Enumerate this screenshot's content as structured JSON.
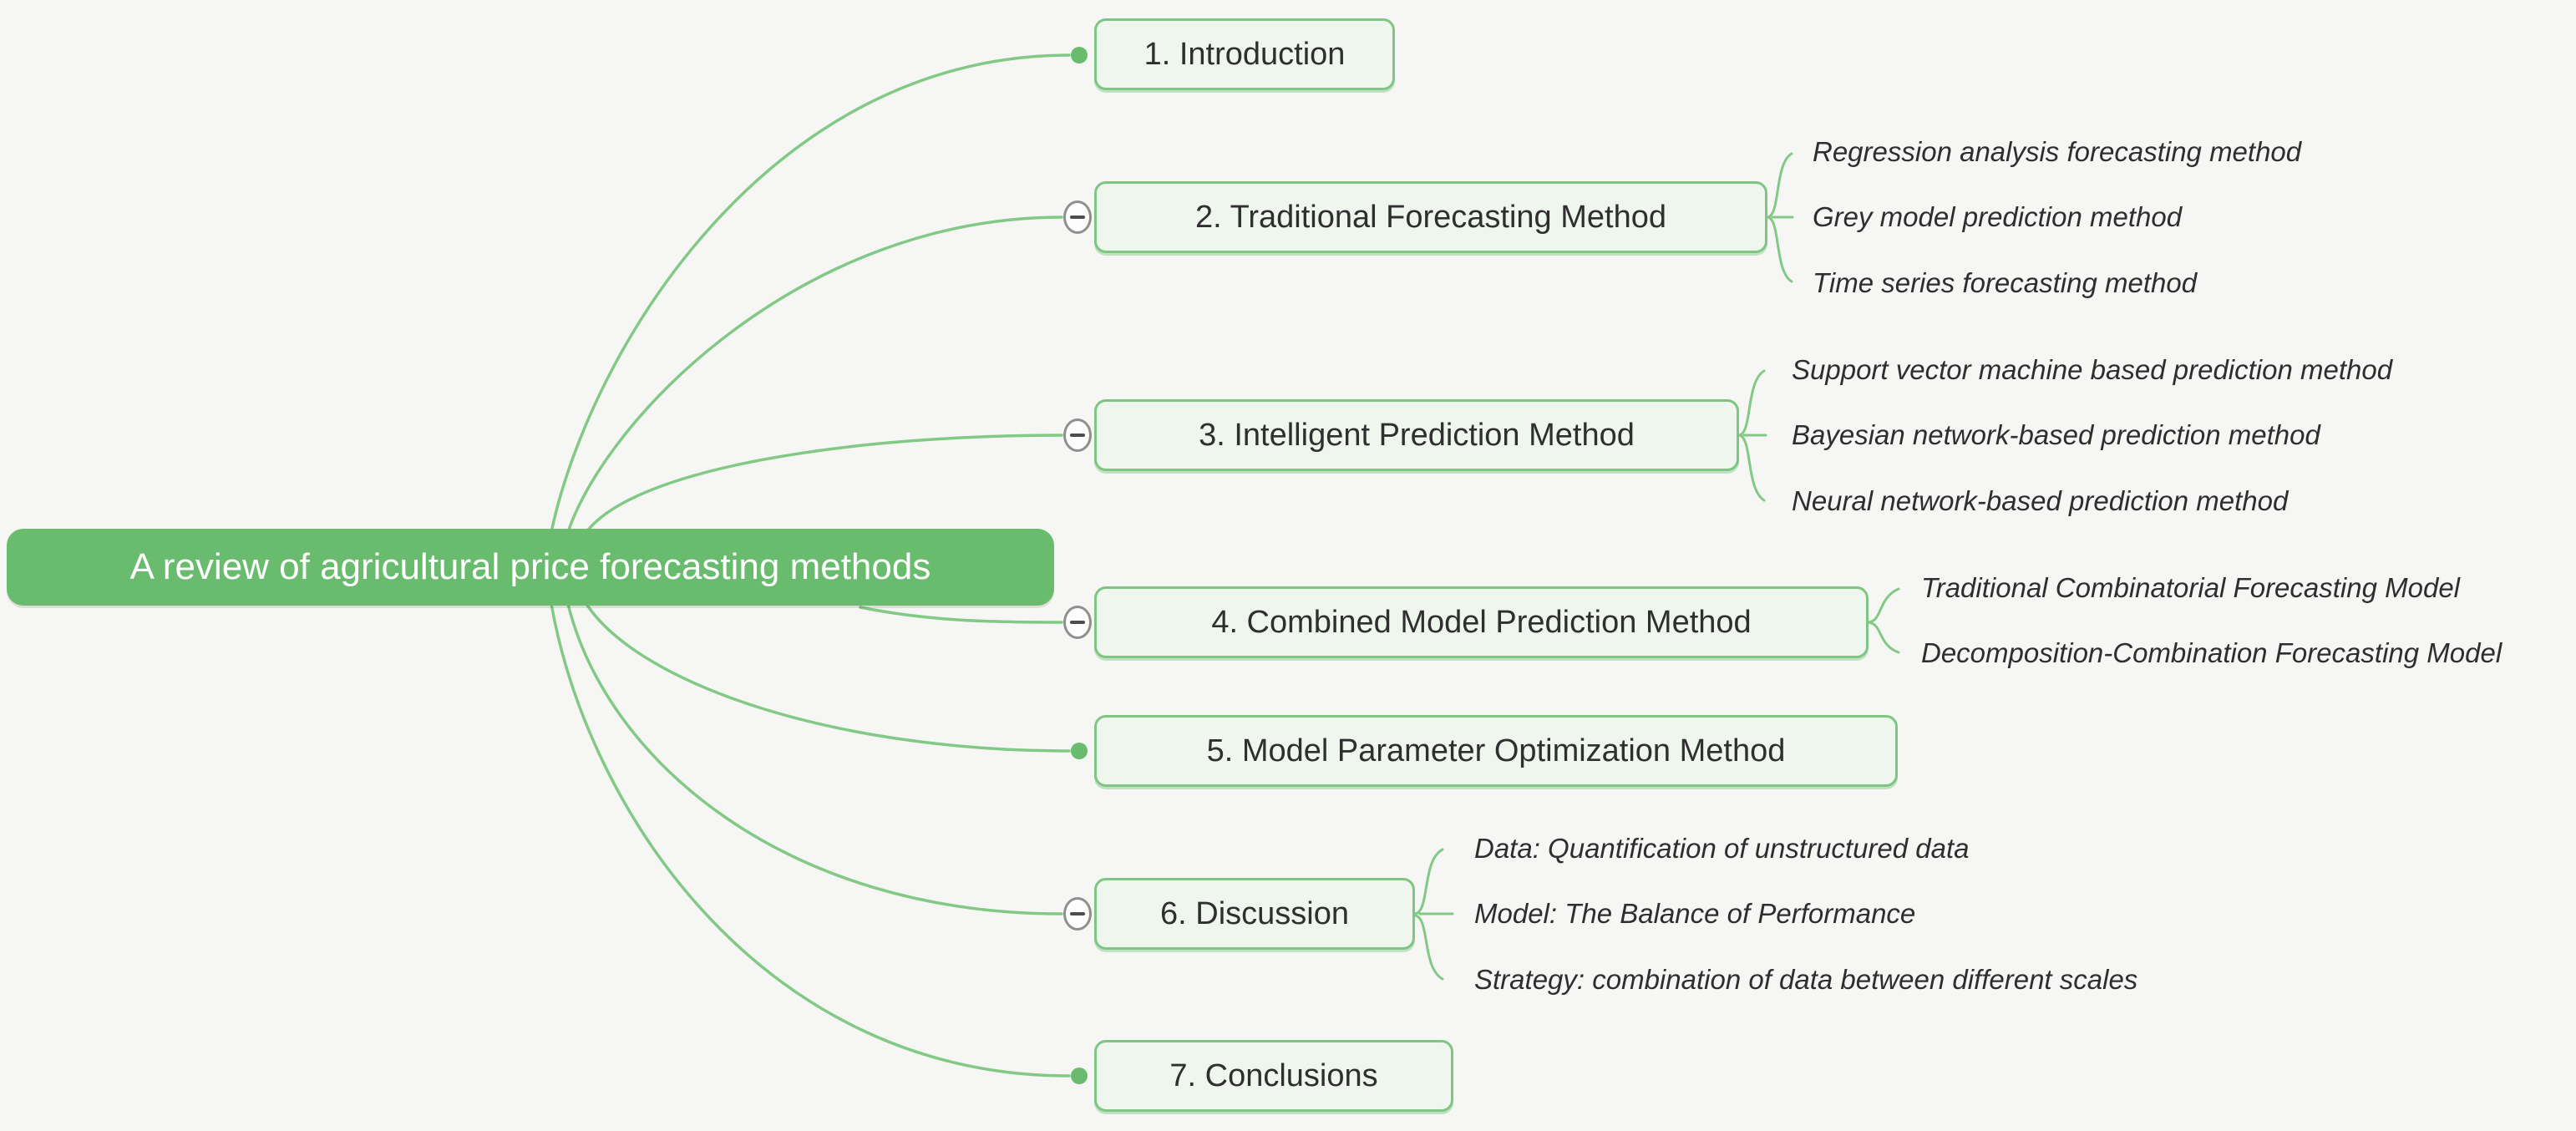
{
  "diagram": {
    "type": "mindmap",
    "background": "#f6f7f5"
  },
  "root": {
    "label": "A review of agricultural price forecasting methods",
    "fill": "#69bc6d",
    "text_color": "#ffffff"
  },
  "branches": [
    {
      "label": "1. Introduction",
      "children": []
    },
    {
      "label": "2. Traditional Forecasting Method",
      "children": [
        "Regression analysis forecasting method",
        "Grey model prediction method",
        "Time series forecasting method"
      ]
    },
    {
      "label": "3. Intelligent Prediction Method",
      "children": [
        "Support vector machine based prediction method",
        "Bayesian network-based prediction method",
        "Neural network-based prediction method"
      ]
    },
    {
      "label": "4. Combined Model Prediction Method",
      "children": [
        "Traditional Combinatorial Forecasting Model",
        "Decomposition-Combination Forecasting Model"
      ]
    },
    {
      "label": "5. Model Parameter Optimization Method",
      "children": []
    },
    {
      "label": "6. Discussion",
      "children": [
        "Data: Quantification of unstructured data",
        "Model: The Balance of Performance",
        "Strategy: combination of data between different scales"
      ]
    },
    {
      "label": "7. Conclusions",
      "children": []
    }
  ],
  "colors": {
    "node_fill": "#eef6ee",
    "node_border": "#7fc684",
    "connector": "#82c985",
    "collapse_ring": "#8f8f8f",
    "collapse_minus": "#4d4d4d",
    "leaf_dot": "#69bc6d",
    "node_text": "#2f2f2f",
    "child_text": "#2e2e2e",
    "root_fill": "#69bc6d",
    "root_text": "#ffffff"
  }
}
